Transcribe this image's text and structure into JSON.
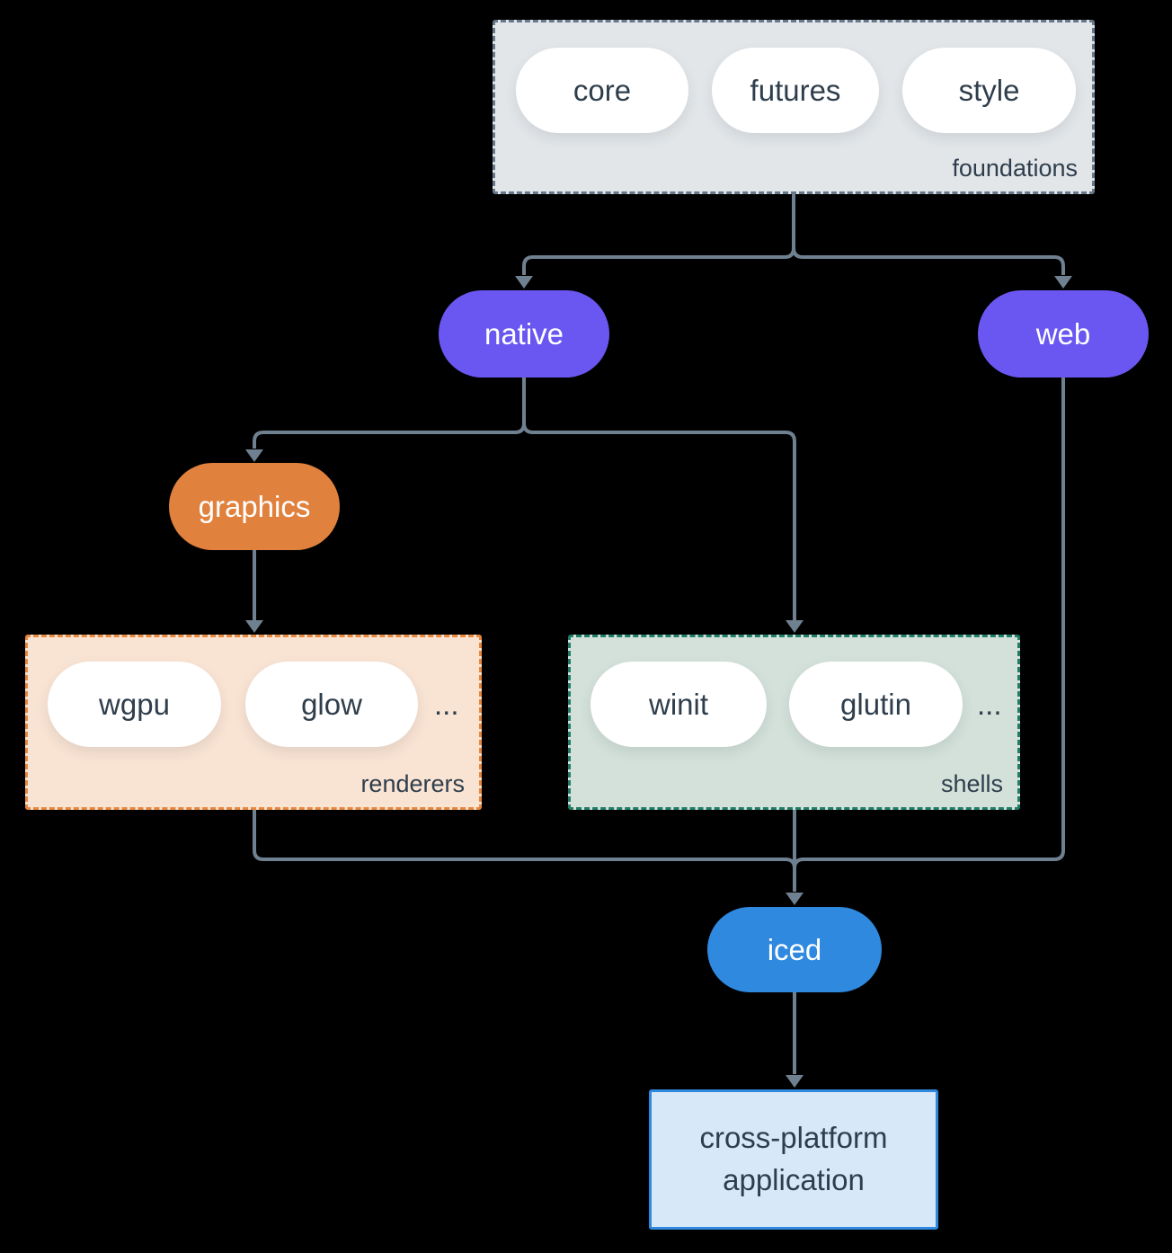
{
  "diagram": {
    "background_color": "#000000",
    "line_color": "#6f8090",
    "groups": {
      "foundations": {
        "label": "foundations",
        "fill": "#e2e6e9",
        "border_color": "#66788a",
        "items": [
          "core",
          "futures",
          "style"
        ]
      },
      "renderers": {
        "label": "renderers",
        "fill": "#f9e3d3",
        "border_color": "#e8873e",
        "items": [
          "wgpu",
          "glow"
        ],
        "ellipsis": "..."
      },
      "shells": {
        "label": "shells",
        "fill": "#d3e1da",
        "border_color": "#1f7c67",
        "items": [
          "winit",
          "glutin"
        ],
        "ellipsis": "..."
      }
    },
    "nodes": {
      "native": {
        "label": "native",
        "fill": "#6a57f1",
        "text_color": "#ffffff"
      },
      "web": {
        "label": "web",
        "fill": "#6a57f1",
        "text_color": "#ffffff"
      },
      "graphics": {
        "label": "graphics",
        "fill": "#e0813d",
        "text_color": "#ffffff"
      },
      "iced": {
        "label": "iced",
        "fill": "#2e89df",
        "text_color": "#ffffff"
      },
      "application": {
        "line1": "cross-platform",
        "line2": "application",
        "fill": "#d7e8f8",
        "border_color": "#2e89df",
        "text_color": "#2f3e4c"
      }
    },
    "edges": [
      "foundations -> native",
      "foundations -> web",
      "native -> graphics",
      "native -> shells",
      "graphics -> renderers",
      "renderers -> iced",
      "shells -> iced",
      "web -> iced",
      "iced -> application"
    ]
  }
}
